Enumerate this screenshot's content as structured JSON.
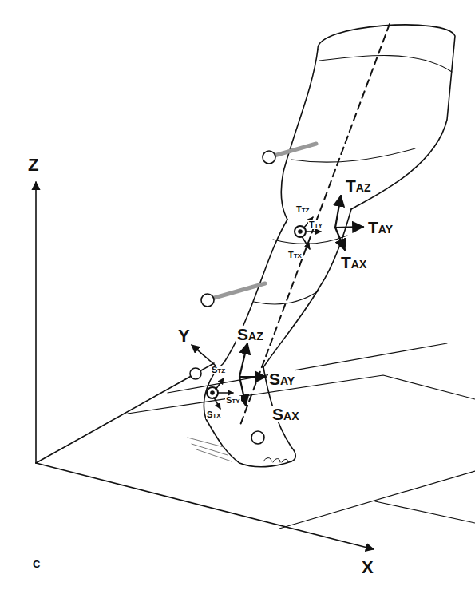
{
  "diagram": {
    "labels": [
      "Z",
      "Y",
      "X",
      "TAZ",
      "TAY",
      "TAX",
      "TTZ",
      "TTY",
      "TTX",
      "SAZ",
      "SAY",
      "SAX",
      "STZ",
      "STY",
      "STX",
      "C"
    ]
  }
}
